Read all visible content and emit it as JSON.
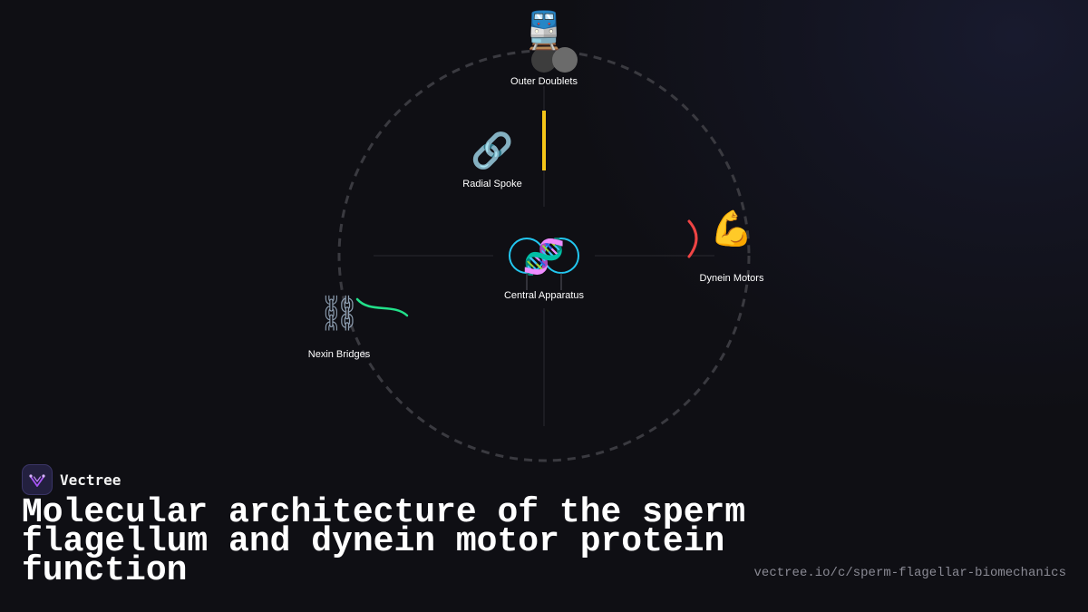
{
  "diagram": {
    "nodes": [
      {
        "id": "outer-doublets",
        "label": "Outer Doublets",
        "icon": "train-icon",
        "glyph": "🚆"
      },
      {
        "id": "radial-spoke",
        "label": "Radial Spoke",
        "icon": "link-icon",
        "glyph": "🔗"
      },
      {
        "id": "central-apparatus",
        "label": "Central Apparatus",
        "icon": "dna-icon",
        "glyph": "🧬"
      },
      {
        "id": "dynein-motors",
        "label": "Dynein Motors",
        "icon": "flexed-biceps-icon",
        "glyph": "💪"
      },
      {
        "id": "nexin-bridges",
        "label": "Nexin Bridges",
        "icon": "chains-icon",
        "glyph": "⛓"
      }
    ],
    "colors": {
      "ring": "#3a3a40",
      "radial_spoke": "#f5c518",
      "central_pair": "#22c7f0",
      "dynein_arm": "#ef4444",
      "nexin_link": "#22e08a",
      "doublet_dark": "#3d3d3d",
      "doublet_light": "#6b6b6b"
    }
  },
  "brand": {
    "name": "Vectree",
    "logo_icon": "vectree-logo-icon",
    "accent": "#a855f7"
  },
  "title": "Molecular architecture of the sperm flagellum and dynein motor protein function",
  "url": "vectree.io/c/sperm-flagellar-biomechanics"
}
